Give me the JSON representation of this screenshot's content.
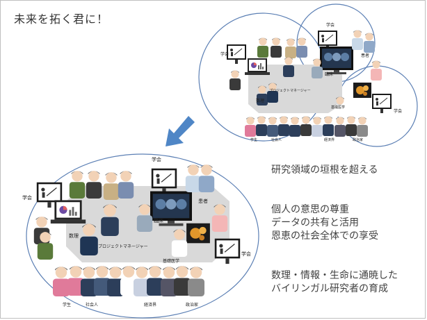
{
  "title": "未来を拓く君に！",
  "labels": {
    "gakkai": "学会",
    "suri": "数理",
    "pm": "プロジェクトマネージャー",
    "rinsho": "臨床",
    "kanja": "患者",
    "kiso": "基礎医学",
    "gakusei": "学生",
    "shakaijin": "社会人",
    "keizaikai": "経済界",
    "seijika": "政治家"
  },
  "messages": {
    "line1": "研究領域の垣根を超える",
    "line2a": "個人の意思の尊重",
    "line2b": "データの共有と活用",
    "line2c": "恩恵の社会全体での享受",
    "line3a": "数理・情報・生命に通暁した",
    "line3b": "バイリンガル研究者の育成"
  },
  "colors": {
    "circle": "#5b7fb4",
    "arrow": "#4f86c6",
    "table": "#d9d9d9"
  }
}
